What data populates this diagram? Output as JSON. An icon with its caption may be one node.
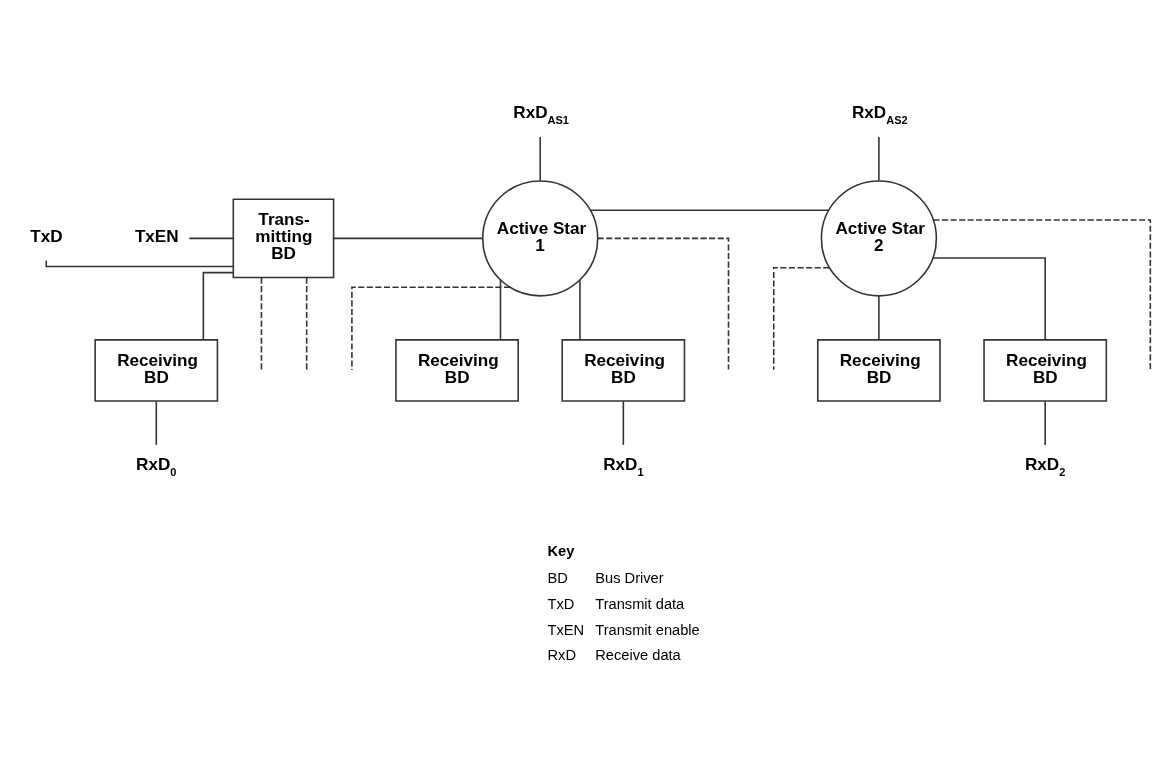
{
  "diagram": {
    "nodes": [
      {
        "text": [
          "RxD$_{AS1}$"
        ]
      },
      {
        "text": [
          "RxD$_{AS2}$"
        ]
      },
      {
        "text": [
          "TxD"
        ]
      },
      {
        "text": [
          "TxEN"
        ]
      },
      {
        "text": [
          "Trans- mitting BD"
        ]
      },
      {
        "text": [
          "Active Star 1"
        ]
      },
      {
        "text": [
          "Active Star 2"
        ]
      },
      {
        "text": [
          "Receiving BD"
        ]
      },
      {
        "text": [
          "Receiving BD"
        ]
      },
      {
        "text": [
          "Receiving BD"
        ]
      },
      {
        "text": [
          "Receiving BD"
        ]
      },
      {
        "text": [
          "Receiving BD"
        ]
      },
      {
        "text": [
          "RxD$_{0}$"
        ]
      },
      {
        "text": [
          "RxD$_{1}$"
        ]
      },
      {
        "text": [
          "RxD$_{2}$"
        ]
      }
    ],
    "edges": [
      {
        "from": 2,
        "to": 4,
        "arrow": "none"
      },
      {
        "from": 3,
        "to": 4,
        "arrow": "none"
      },
      {
        "from": 4,
        "to": 5,
        "arrow": "none"
      },
      {
        "from": 4,
        "to": null,
        "arrow": "none",
        "style": "dashed"
      },
      {
        "from": 4,
        "to": 9,
        "arrow": "none"
      },
      {
        "from": 4,
        "to": null,
        "arrow": "none",
        "style": "dashed"
      },
      {
        "from": 0,
        "to": 5,
        "arrow": "none"
      },
      {
        "from": 5,
        "to": 6,
        "arrow": "none"
      },
      {
        "from": 1,
        "to": 6,
        "arrow": "none"
      },
      {
        "from": 5,
        "to": null,
        "arrow": "none",
        "style": "dashed"
      },
      {
        "from": 5,
        "to": 7,
        "arrow": "none"
      },
      {
        "from": 5,
        "to": null,
        "arrow": "none",
        "style": "dashed"
      },
      {
        "from": 5,
        "to": 10,
        "arrow": "none"
      },
      {
        "from": 6,
        "to": null,
        "arrow": "none",
        "style": "dashed"
      },
      {
        "from": 6,
        "to": 8,
        "arrow": "none"
      },
      {
        "from": 6,
        "to": null,
        "arrow": "none",
        "style": "dashed"
      },
      {
        "from": 6,
        "to": 11,
        "arrow": "none"
      },
      {
        "from": 9,
        "to": 12,
        "arrow": "none"
      },
      {
        "from": 10,
        "to": 13,
        "arrow": "none"
      },
      {
        "from": 11,
        "to": 14,
        "arrow": "none"
      }
    ],
    "labels": [
      "Key",
      "BD",
      "Bus Driver",
      "TxD",
      "Transmit data",
      "TxEN",
      "Transmit enable",
      "RxD",
      "Receive data"
    ]
  }
}
